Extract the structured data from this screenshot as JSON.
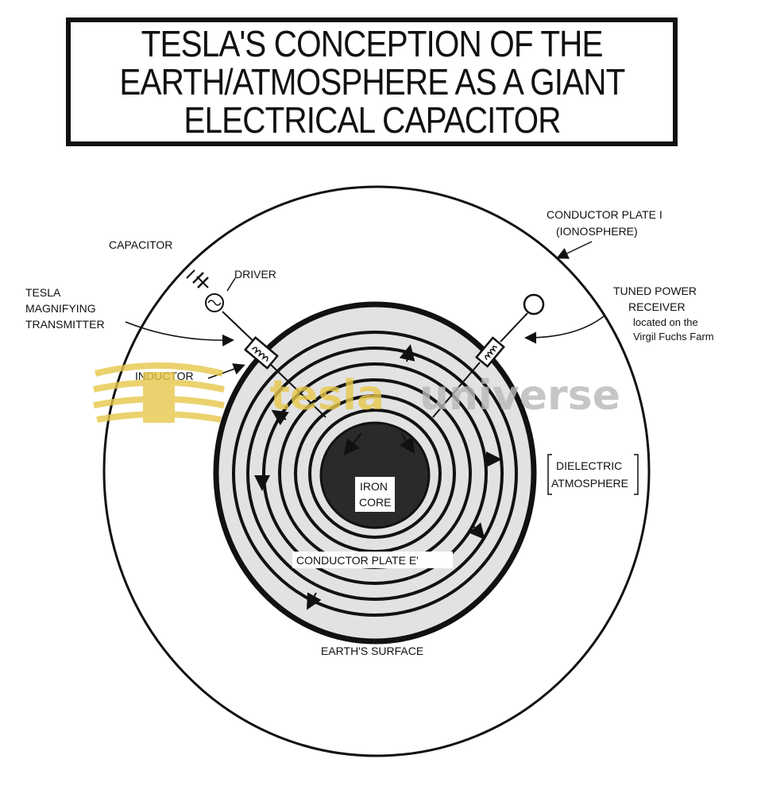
{
  "title": {
    "lines": [
      "TESLA'S CONCEPTION OF THE",
      "EARTH/ATMOSPHERE AS A GIANT",
      "ELECTRICAL CAPACITOR"
    ]
  },
  "labels": {
    "conductor_plate_i_line1": "CONDUCTOR PLATE I",
    "conductor_plate_i_line2": "(IONOSPHERE)",
    "capacitor": "CAPACITOR",
    "driver": "DRIVER",
    "transmitter_line1": "TESLA",
    "transmitter_line2": "MAGNIFYING",
    "transmitter_line3": "TRANSMITTER",
    "inductor": "INDUCTOR",
    "receiver_line1": "TUNED POWER",
    "receiver_line2": "RECEIVER",
    "receiver_line3": "located on the",
    "receiver_line4": "Virgil Fuchs Farm",
    "dielectric_line1": "DIELECTRIC",
    "dielectric_line2": "ATMOSPHERE",
    "iron_core_line1": "IRON",
    "iron_core_line2": "CORE",
    "conductor_plate_e": "CONDUCTOR PLATE E'",
    "earths_surface": "EARTH'S SURFACE"
  },
  "watermark": {
    "word1": "tesla",
    "word2": "universe",
    "color_gold": "#e7c84a",
    "color_gray": "#b8b8b8"
  },
  "icons": [
    "capacitor-symbol-icon",
    "driver-ac-source-icon",
    "inductor-coil-icon",
    "receiver-antenna-icon",
    "receiver-coil-icon",
    "watermark-logo-icon"
  ]
}
